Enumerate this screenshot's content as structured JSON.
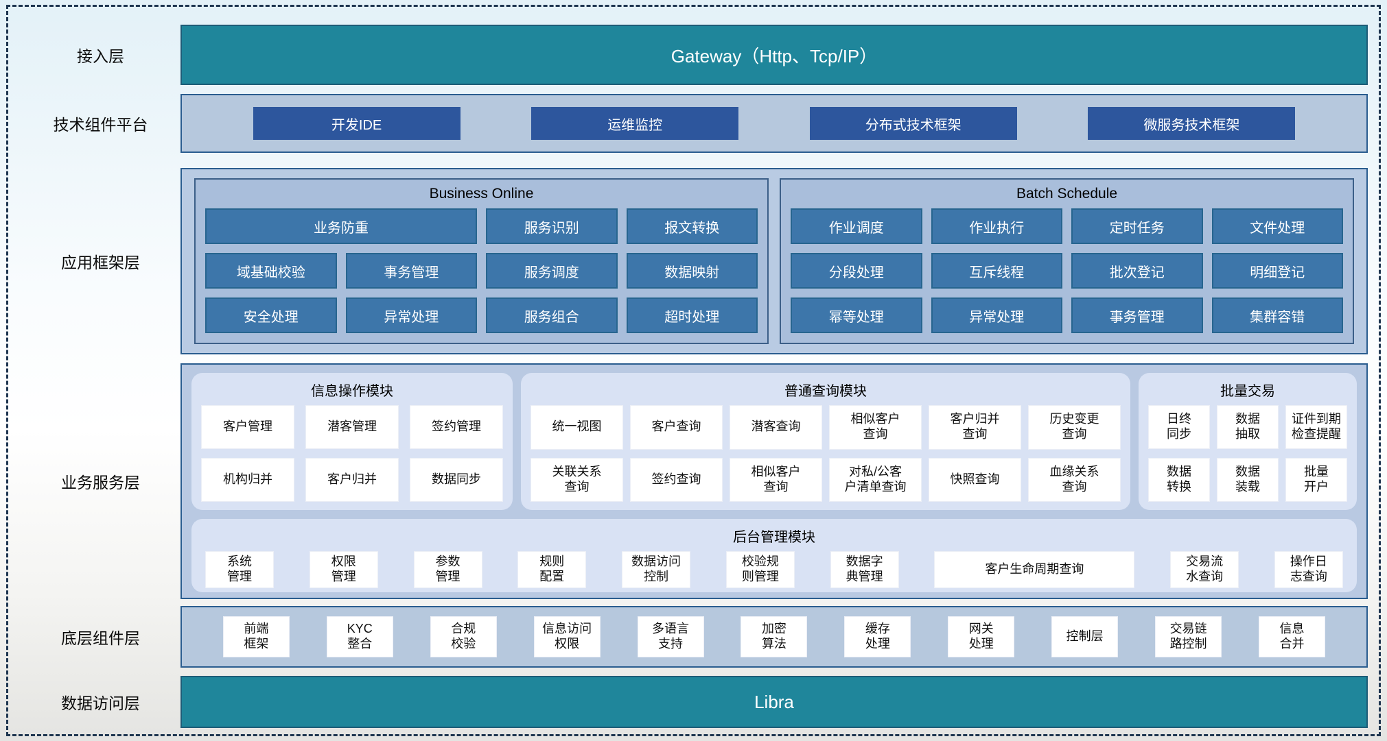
{
  "layers": {
    "access": {
      "label": "接入层",
      "gateway": "Gateway（Http、Tcp/IP）"
    },
    "tech": {
      "label": "技术组件平台",
      "items": [
        "开发IDE",
        "运维监控",
        "分布式技术框架",
        "微服务技术框架"
      ]
    },
    "framework": {
      "label": "应用框架层",
      "business_online": {
        "title": "Business Online",
        "items": [
          {
            "label": "业务防重",
            "span": 2
          },
          "服务识别",
          "报文转换",
          "域基础校验",
          "事务管理",
          "服务调度",
          "数据映射",
          "安全处理",
          "异常处理",
          "服务组合",
          "超时处理"
        ]
      },
      "batch_schedule": {
        "title": "Batch Schedule",
        "items": [
          "作业调度",
          "作业执行",
          "定时任务",
          "文件处理",
          "分段处理",
          "互斥线程",
          "批次登记",
          "明细登记",
          "幂等处理",
          "异常处理",
          "事务管理",
          "集群容错"
        ]
      }
    },
    "service": {
      "label": "业务服务层",
      "info_module": {
        "title": "信息操作模块",
        "items": [
          "客户管理",
          "潜客管理",
          "签约管理",
          "机构归并",
          "客户归并",
          "数据同步"
        ]
      },
      "query_module": {
        "title": "普通查询模块",
        "items": [
          "统一视图",
          "客户查询",
          "潜客查询",
          "相似客户\n查询",
          "客户归并\n查询",
          "历史变更\n查询",
          "关联关系\n查询",
          "签约查询",
          "相似客户\n查询",
          "对私/公客\n户清单查询",
          "快照查询",
          "血缘关系\n查询"
        ]
      },
      "batch_trade": {
        "title": "批量交易",
        "items": [
          "日终\n同步",
          "数据\n抽取",
          "证件到期\n检查提醒",
          "数据\n转换",
          "数据\n装载",
          "批量\n开户"
        ]
      },
      "admin_module": {
        "title": "后台管理模块",
        "items": [
          "系统\n管理",
          "权限\n管理",
          "参数\n管理",
          "规则\n配置",
          "数据访问\n控制",
          "校验规\n则管理",
          "数据字\n典管理",
          {
            "label": "客户生命周期查询",
            "wide": true
          },
          "交易流\n水查询",
          "操作日\n志查询"
        ]
      }
    },
    "base": {
      "label": "底层组件层",
      "items": [
        "前端\n框架",
        "KYC\n整合",
        "合规\n校验",
        "信息访问\n权限",
        "多语言\n支持",
        "加密\n算法",
        "缓存\n处理",
        "网关\n处理",
        "控制层",
        "交易链\n路控制",
        "信息\n合并"
      ]
    },
    "data_access": {
      "label": "数据访问层",
      "bar": "Libra"
    }
  },
  "colors": {
    "teal": "#1f869b",
    "dark_blue_button": "#2d569d",
    "steel_blue_button": "#3d76aa",
    "band_fill": "#b9cbe3",
    "band_border": "#2a5d8f",
    "module_panel_fill": "#d9e2f4",
    "white_button": "#ffffff"
  }
}
